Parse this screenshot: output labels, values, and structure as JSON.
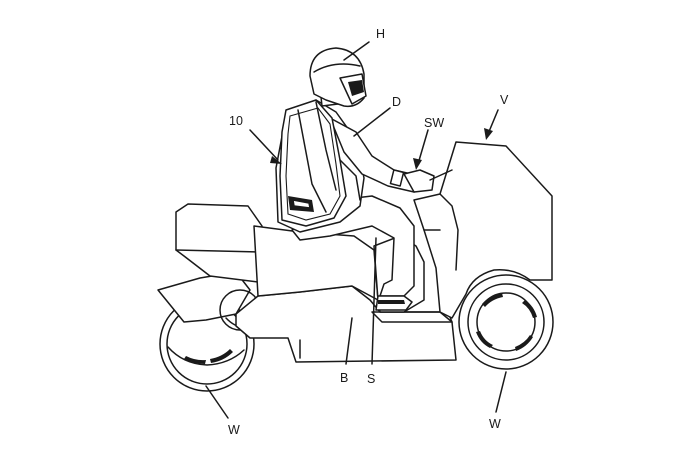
{
  "figure": {
    "labels": {
      "helmet": "H",
      "airbag_vest": "D",
      "vest_assembly": "10",
      "vehicle": "V",
      "switch": "SW",
      "seat": "S",
      "body": "B",
      "front_wheel": "W",
      "rear_wheel": "W"
    }
  }
}
